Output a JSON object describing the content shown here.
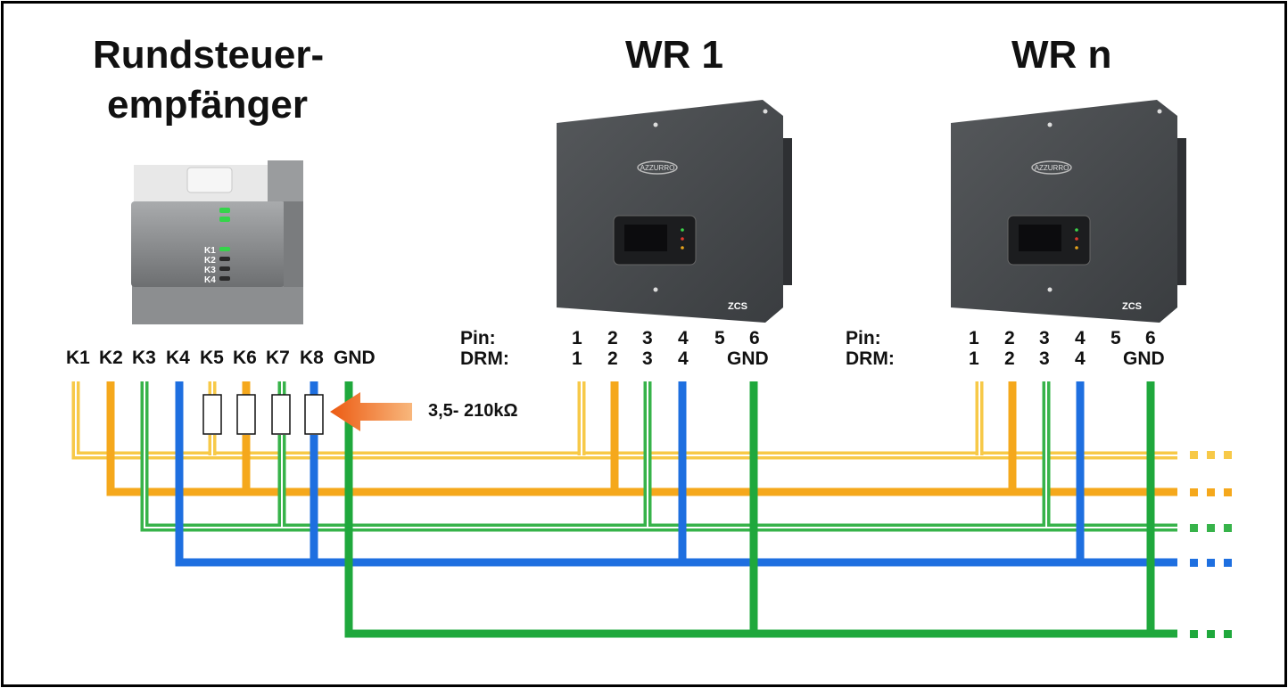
{
  "titles": {
    "receiver_line1": "Rundsteuer-",
    "receiver_line2": "empfänger",
    "inverter1": "WR 1",
    "inverter_n": "WR n"
  },
  "receiver": {
    "led_labels": [
      "K1",
      "K2",
      "K3",
      "K4"
    ],
    "terminals": [
      "K1",
      "K2",
      "K3",
      "K4",
      "K5",
      "K6",
      "K7",
      "K8",
      "GND"
    ]
  },
  "inverter_table": {
    "pin_label": "Pin:",
    "drm_label": "DRM:",
    "pins": [
      "1",
      "2",
      "3",
      "4",
      "5",
      "6"
    ],
    "drm": [
      "1",
      "2",
      "3",
      "4",
      "GND"
    ]
  },
  "inverter_branding": {
    "logo": "AZZURRO",
    "brand": "ZCS"
  },
  "resistor_label": "3,5- 210kΩ",
  "wire_colors": {
    "yellow": "#F7C948",
    "orange": "#F5A81C",
    "green_light": "#37B34A",
    "blue": "#1E6FE0",
    "green": "#1FA83C",
    "arrow": "#EE6A1E"
  }
}
